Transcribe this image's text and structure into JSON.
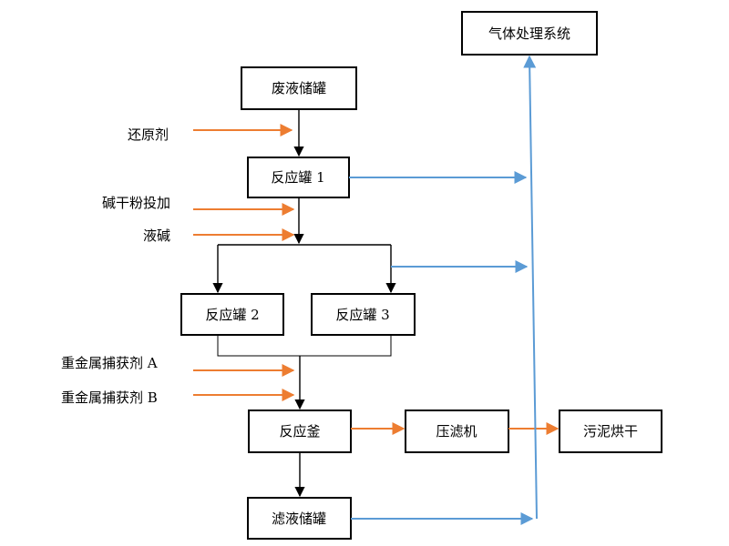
{
  "colors": {
    "box_border": "#000000",
    "flow_black": "#000000",
    "flow_orange": "#ed7d31",
    "flow_gas_blue": "#5b9bd5",
    "background": "#ffffff"
  },
  "nodes": {
    "gas_system": "气体处理系统",
    "waste_tank": "废液储罐",
    "reactor1": "反应罐 1",
    "reactor2": "反应罐 2",
    "reactor3": "反应罐 3",
    "kettle": "反应釜",
    "filter_press": "压滤机",
    "sludge_dry": "污泥烘干",
    "filtrate_tank": "滤液储罐"
  },
  "inputs": {
    "reductant": "还原剂",
    "alkali_powder": "碱干粉投加",
    "liquid_alkali": "液碱",
    "capture_a": "重金属捕获剂 A",
    "capture_b": "重金属捕获剂 B"
  }
}
